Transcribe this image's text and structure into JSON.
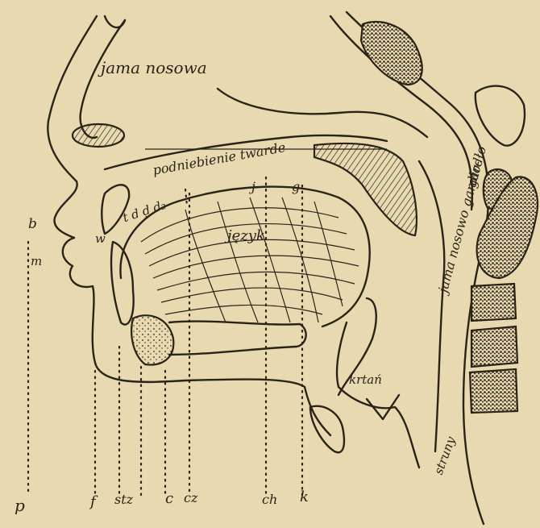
{
  "labels": {
    "nasal_cavity": "jama nosowa",
    "hard_palate": "podniebienie twarde",
    "palate_letters": "t d ḍ d₂",
    "palate_j": "j",
    "palate_g": "g",
    "tongue": "język",
    "larynx": "krtań",
    "pharynx": "jama nosowo gardło-",
    "throat": "gardło",
    "lips_upper": "b",
    "lips_lower": "m",
    "teeth": "w",
    "vocal_cords": "struny",
    "bottom_p": "p",
    "bottom_f": "f",
    "bottom_stz": "stz",
    "bottom_c": "c",
    "bottom_cz": "cz",
    "bottom_ch": "ch",
    "bottom_k": "k"
  }
}
